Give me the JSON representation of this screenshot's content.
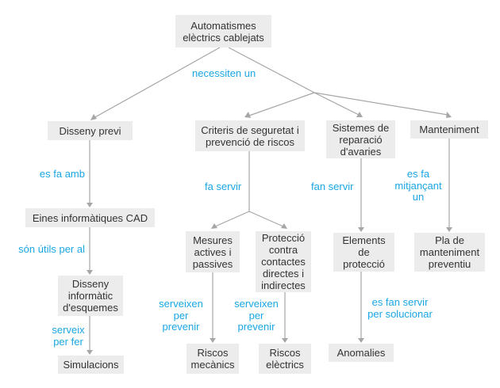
{
  "concept_map": {
    "colors": {
      "node_bg": "#ececec",
      "node_text": "#333333",
      "link_text": "#1aa6e4",
      "edge": "#a6a6a6"
    },
    "nodes": {
      "root": "Automatismes\nelèctrics cablejats",
      "disseny_previ": "Disseny previ",
      "criteris": "Criteris de seguretat i\nprevenció de riscos",
      "sistemes": "Sistemes de\nreparació\nd'avaries",
      "manteniment": "Manteniment",
      "eines_cad": "Eines informàtiques CAD",
      "mesures": "Mesures\nactives i\npassives",
      "proteccio": "Protecció\ncontra\ncontactes\ndirectes i\nindirectes",
      "elements": "Elements\nde\nprotecció",
      "pla": "Pla de\nmanteniment\npreventiu",
      "disseny_informatic": "Disseny\ninformàtic\nd'esquemes",
      "riscos_mecanics": "Riscos\nmecànics",
      "riscos_electrics": "Riscos\nelèctrics",
      "anomalies": "Anomalies",
      "simulacions": "Simulacions"
    },
    "links": {
      "necessiten_un": "necessiten un",
      "es_fa_amb": "es fa amb",
      "fa_servir": "fa servir",
      "fan_servir": "fan servir",
      "es_fa_mitjancant_un": "es fa\nmitjançant\nun",
      "son_utils_per_al": "són útils per al",
      "serveixen_per_prevenir_1": "serveixen\nper\nprevenir",
      "serveixen_per_prevenir_2": "serveixen\nper\nprevenir",
      "es_fan_servir_per_solucionar": "es fan servir\nper solucionar",
      "serveix_per_fer": "serveix\nper fer"
    }
  }
}
